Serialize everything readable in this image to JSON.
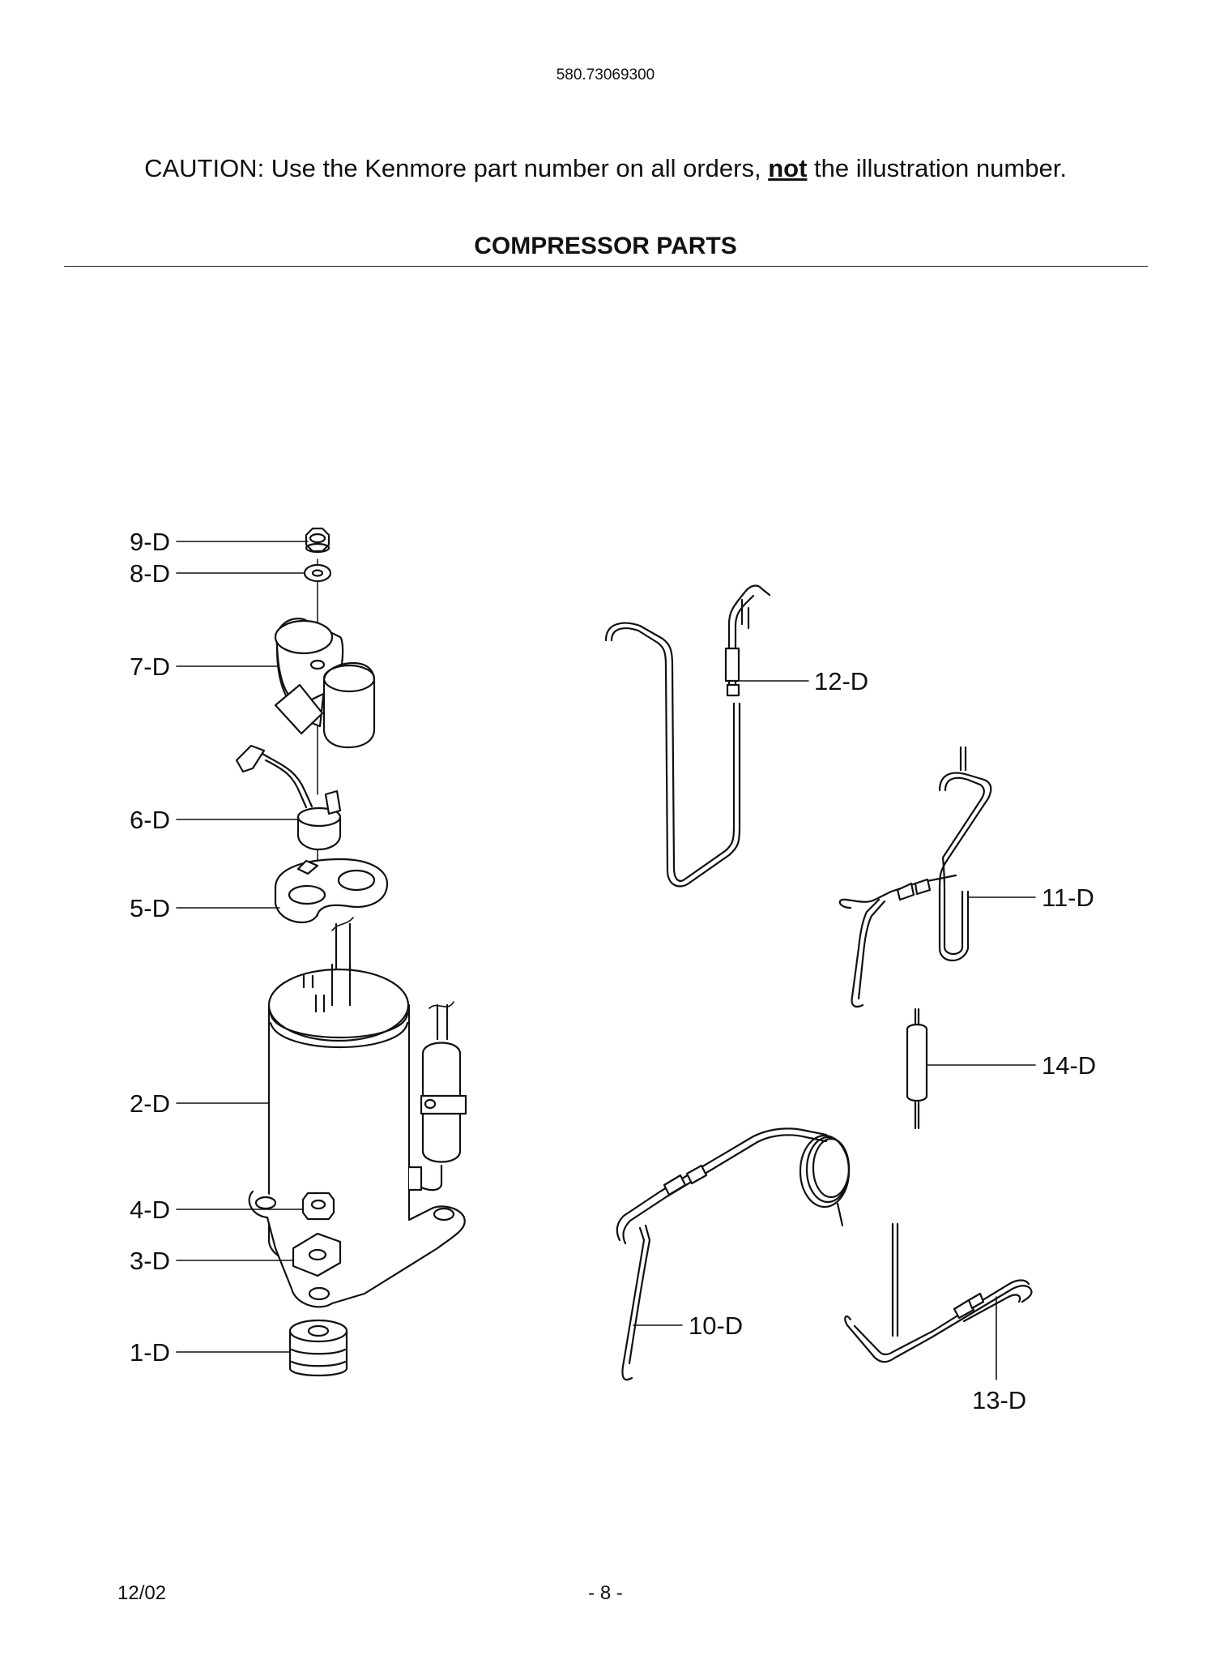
{
  "header": {
    "doc_number": "580.73069300"
  },
  "caution": {
    "prefix": "CAUTION: Use the Kenmore part number on all orders, ",
    "emphasis": "not",
    "suffix": " the illustration number."
  },
  "section": {
    "title": "COMPRESSOR PARTS"
  },
  "callouts": {
    "c9": "9-D",
    "c8": "8-D",
    "c7": "7-D",
    "c6": "6-D",
    "c5": "5-D",
    "c2": "2-D",
    "c4": "4-D",
    "c3": "3-D",
    "c1": "1-D",
    "c12": "12-D",
    "c11": "11-D",
    "c14": "14-D",
    "c10": "10-D",
    "c13": "13-D"
  },
  "footer": {
    "date": "12/02",
    "page": "- 8 -"
  }
}
